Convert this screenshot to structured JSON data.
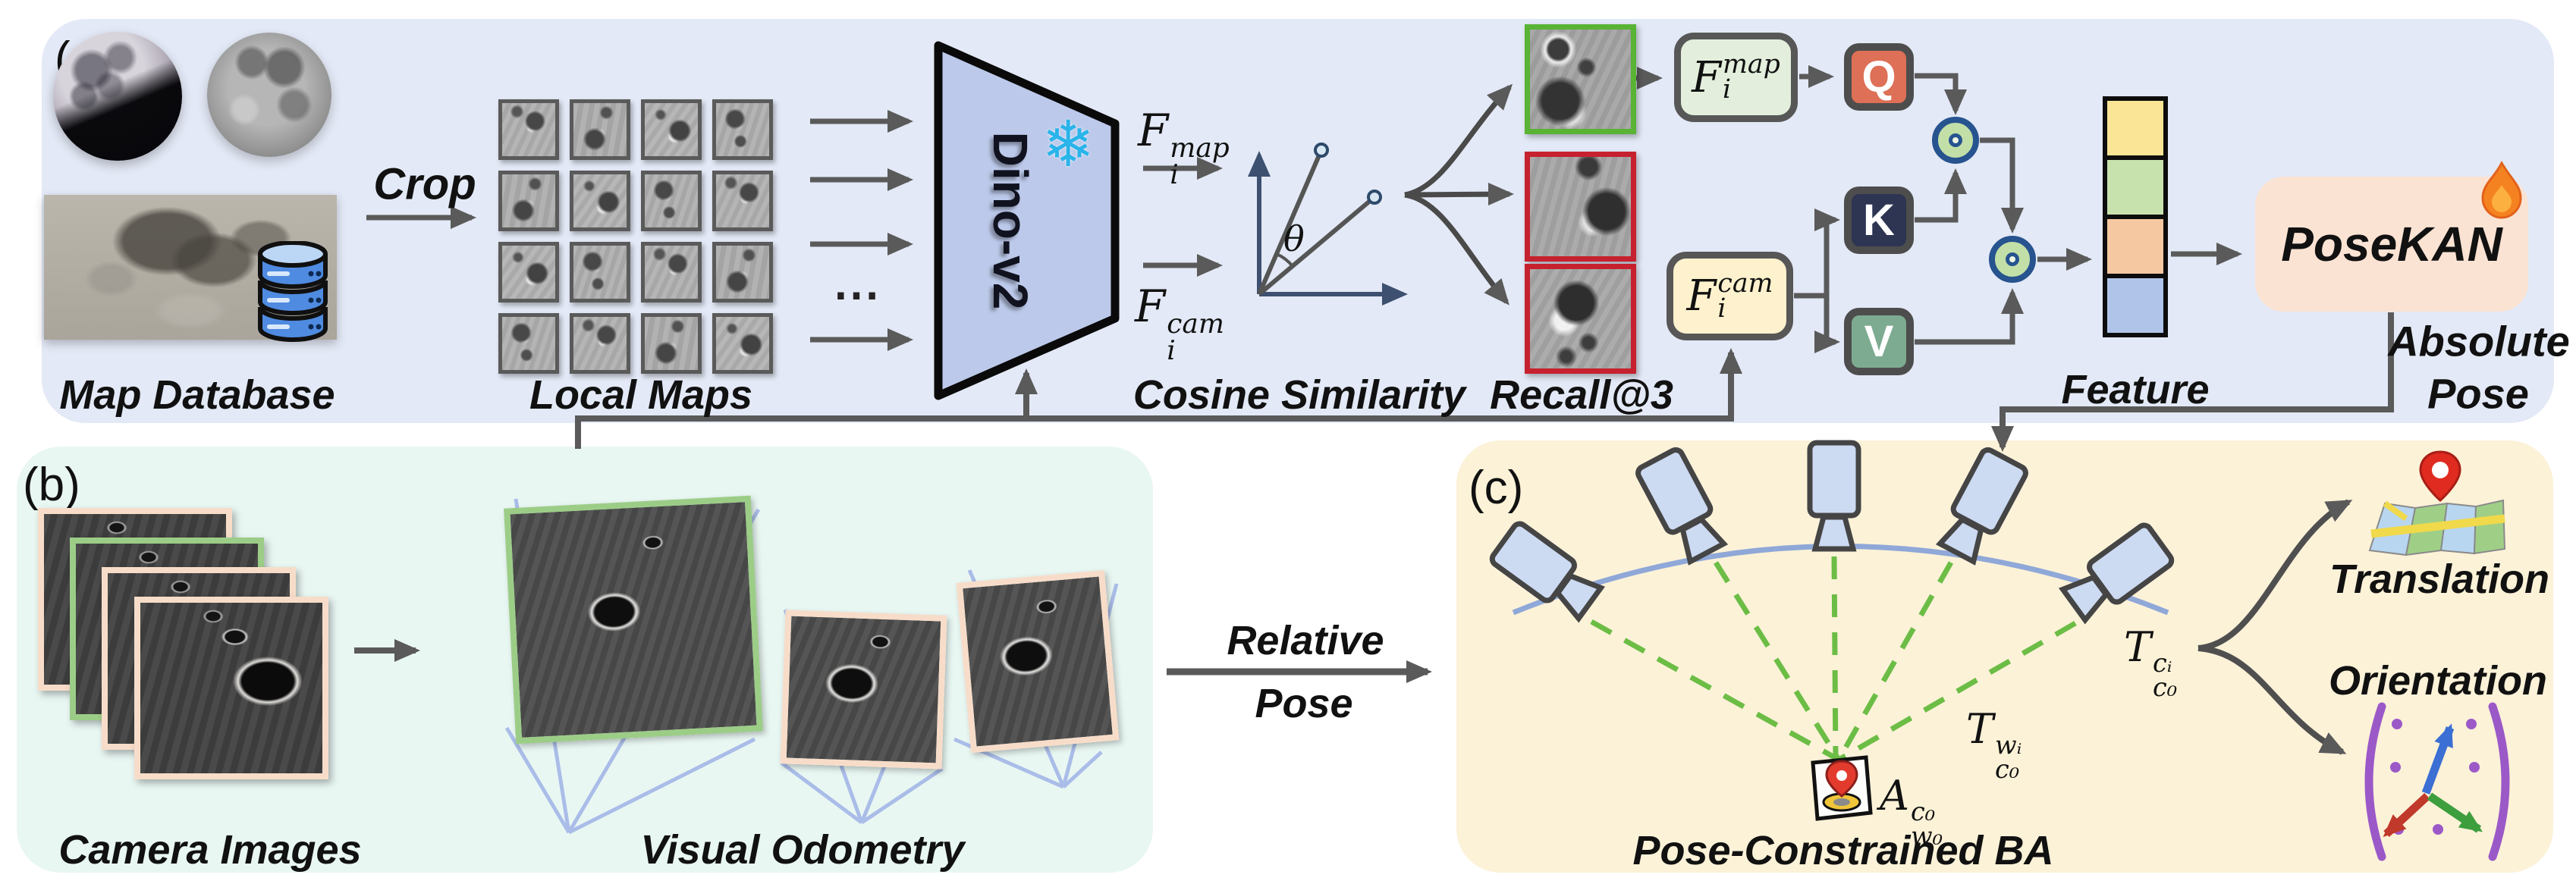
{
  "figure": {
    "panel_a_tag": "(a)",
    "panel_b_tag": "(b)",
    "panel_c_tag": "(c)"
  },
  "panel_a": {
    "map_database_label": "Map Database",
    "crop_label": "Crop",
    "local_maps_label": "Local Maps",
    "dino_label": "Dino-v2",
    "cosine_label": "Cosine Similarity",
    "recall_label": "Recall@3",
    "theta": "θ",
    "dots": "⋯",
    "f_map": {
      "base": "F",
      "sup": "map",
      "sub": "i"
    },
    "f_cam": {
      "base": "F",
      "sup": "cam",
      "sub": "i"
    },
    "q_label": "Q",
    "k_label": "K",
    "v_label": "V",
    "feature_label": "Feature",
    "feature_colors": [
      "#fae496",
      "#c8e2ad",
      "#f6c8a2",
      "#b0c4ea"
    ],
    "posekan_label": "PoseKAN",
    "absolute_pose_line1": "Absolute",
    "absolute_pose_line2": "Pose"
  },
  "panel_b": {
    "camera_images_label": "Camera Images",
    "visual_odometry_label": "Visual Odometry"
  },
  "between_panels": {
    "relative_pose_line1": "Relative",
    "relative_pose_line2": "Pose"
  },
  "panel_c": {
    "ba_label": "Pose-Constrained BA",
    "translation_label": "Translation",
    "orientation_label": "Orientation",
    "t_ci": {
      "base": "T",
      "sup": "cᵢ",
      "sub": "c₀"
    },
    "t_wi": {
      "base": "T",
      "sup": "wᵢ",
      "sub": "c₀"
    },
    "a_c0": {
      "base": "A",
      "sup": "c₀",
      "sub": "w₀"
    }
  },
  "icons": {
    "snowflake_glyph": "❄",
    "snowflake_meaning": "frozen weights",
    "fire_meaning": "trainable",
    "database_icon_color": "#4f8be0",
    "recall_match_border": "#59b335",
    "recall_miss_border": "#c6212f",
    "dashed_ray_color": "#6cbd45",
    "trajectory_arc_color": "#8fa8d8",
    "panel_a_bg": "#e3e9f6",
    "panel_b_bg": "#e9f7f3",
    "panel_c_bg": "#fcf2d8"
  }
}
